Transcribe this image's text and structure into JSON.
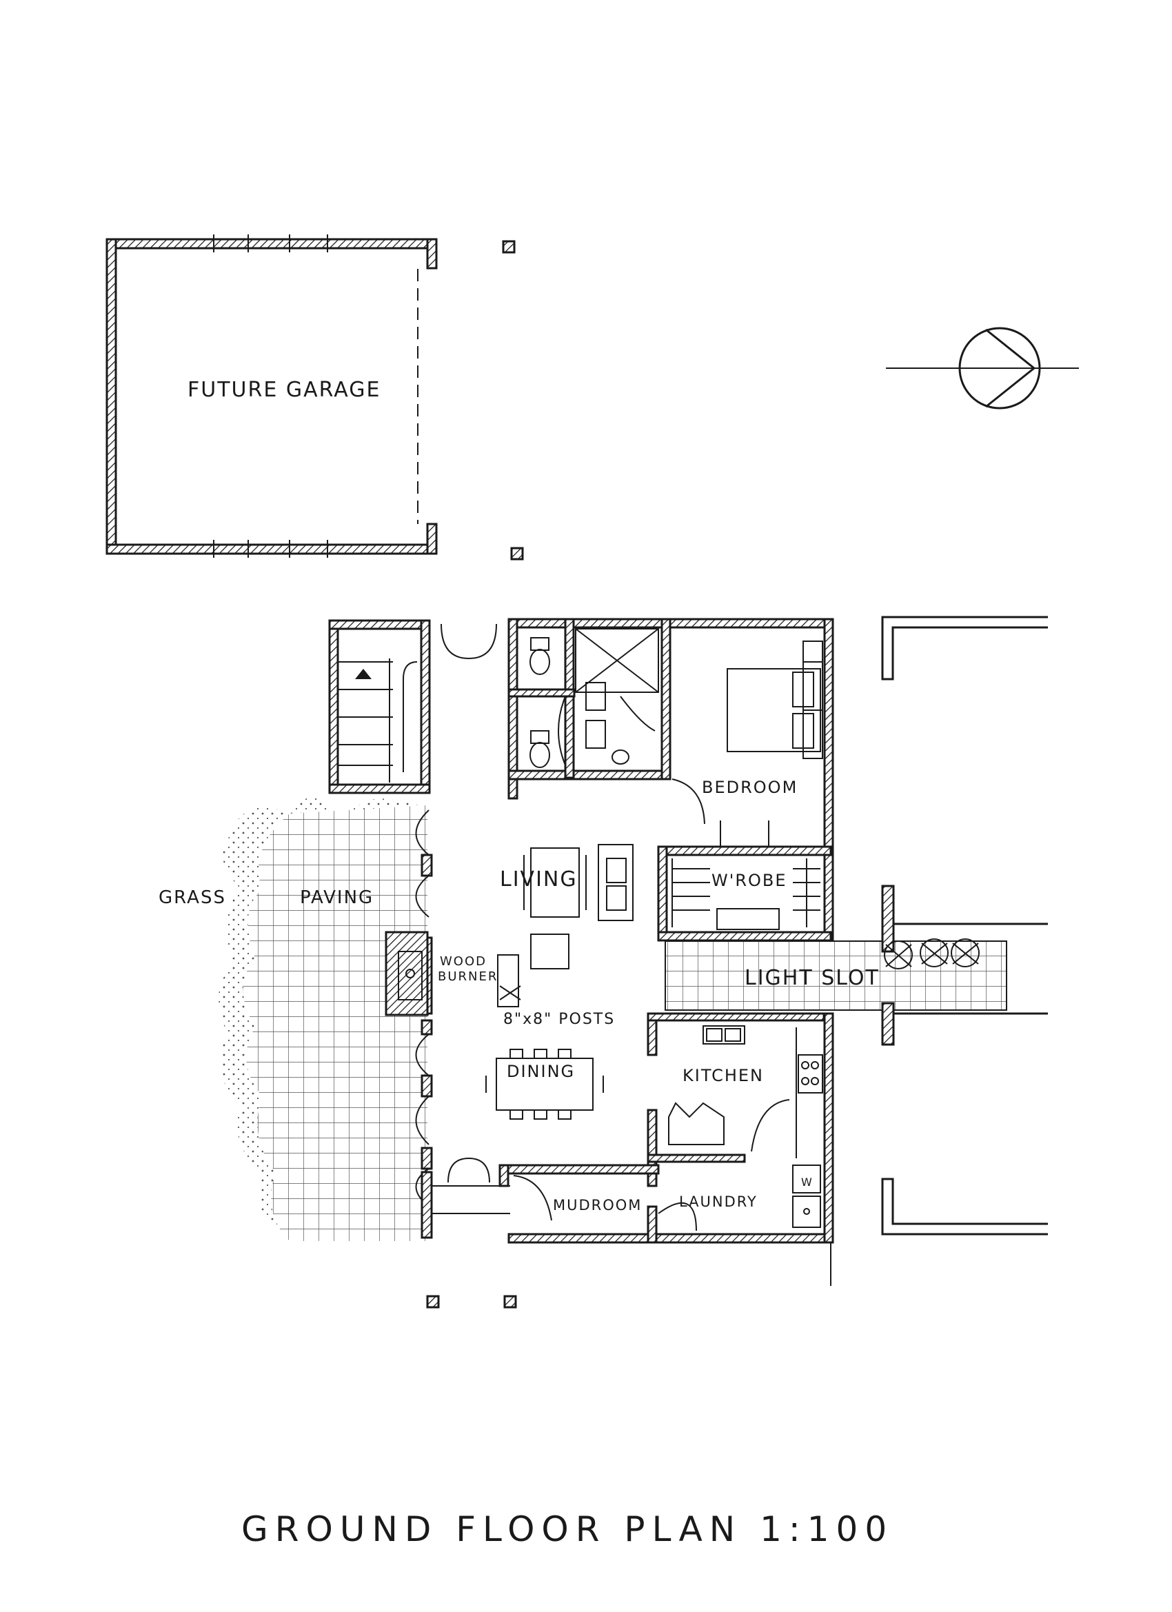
{
  "title": "GROUND FLOOR PLAN 1:100",
  "labels": {
    "future_garage": "FUTURE GARAGE",
    "grass": "GRASS",
    "paving": "PAVING",
    "living": "LIVING",
    "wood_burner_1": "WOOD",
    "wood_burner_2": "BURNER",
    "posts": "8\"x8\" POSTS",
    "dining": "DINING",
    "kitchen": "KITCHEN",
    "mudroom": "MUDROOM",
    "laundry": "LAUNDRY",
    "bedroom": "BEDROOM",
    "wardrobe": "W'ROBE",
    "light_slot": "LIGHT SLOT",
    "washer": "W"
  },
  "colors": {
    "ink": "#1a1a1a",
    "paper": "#ffffff"
  },
  "icons": [
    "north-arrow-icon",
    "stair-arrow-icon",
    "toilet-icon",
    "shower-icon",
    "bed-icon",
    "sofa-icon",
    "table-icon",
    "sink-icon",
    "stove-icon",
    "tree-icon"
  ]
}
